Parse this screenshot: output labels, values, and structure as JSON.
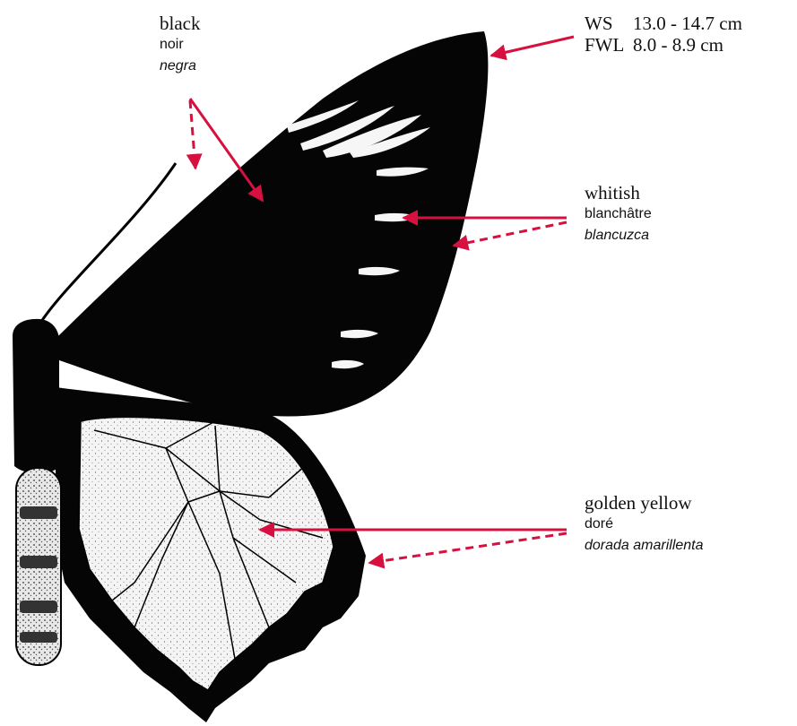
{
  "labels": {
    "black": {
      "en": "black",
      "fr": "noir",
      "es": "negra"
    },
    "whitish": {
      "en": "whitish",
      "fr": "blanchâtre",
      "es": "blancuzca"
    },
    "golden": {
      "en": "golden yellow",
      "fr": "doré",
      "es": "dorada amarillenta"
    }
  },
  "measurements": [
    {
      "key": "WS",
      "value": "13.0 - 14.7 cm"
    },
    {
      "key": "FWL",
      "value": "8.0 - 8.9 cm"
    }
  ],
  "colors": {
    "arrow": "#d6103f",
    "wing_black": "#050505",
    "hindwing_fill": "#f2f2f2",
    "background": "#ffffff"
  }
}
